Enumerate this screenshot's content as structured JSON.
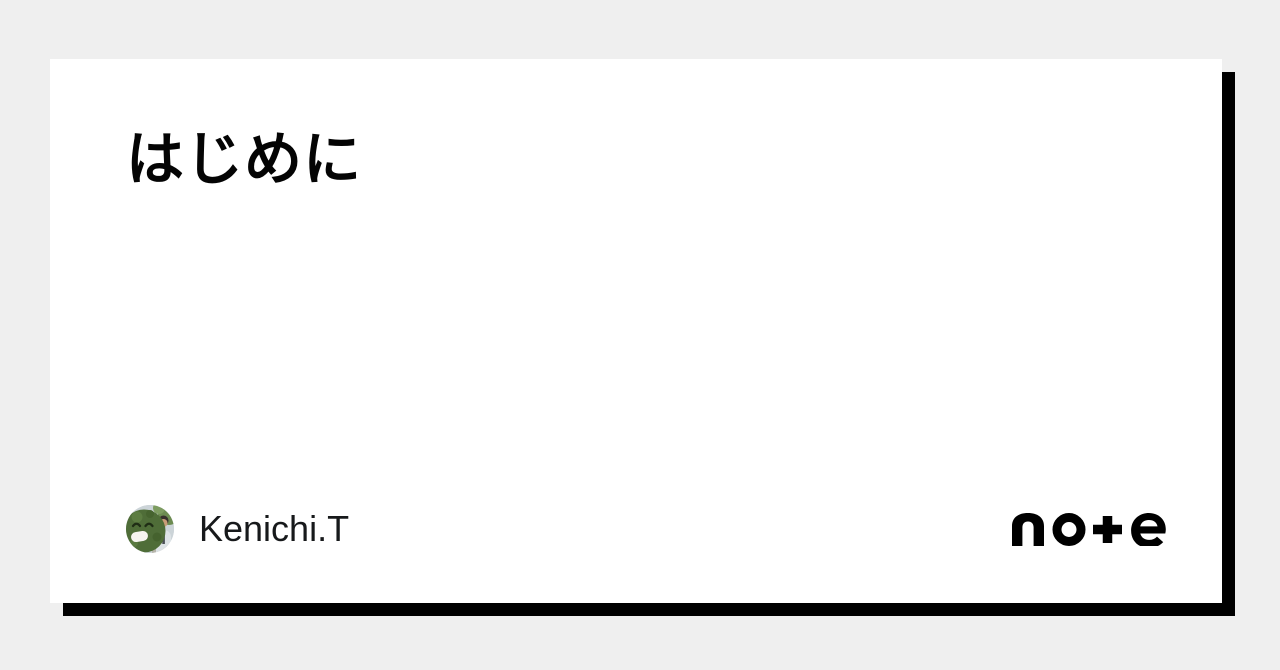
{
  "colors": {
    "page_background": "#efefef",
    "card_background": "#ffffff",
    "card_shadow": "#000000",
    "title_text": "#040404",
    "author_text": "#17191b",
    "logo": "#000000"
  },
  "card": {
    "title": "はじめに"
  },
  "author": {
    "name": "Kenichi.T"
  },
  "brand": {
    "name": "note"
  }
}
